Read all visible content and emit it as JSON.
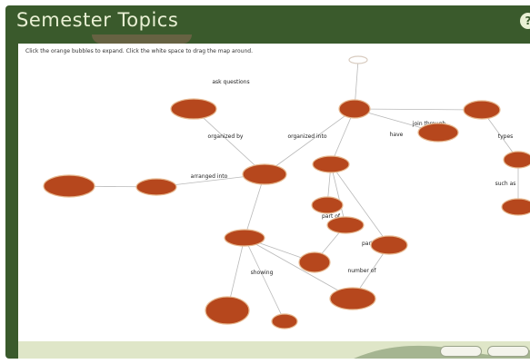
{
  "header": {
    "title": "Semester Topics",
    "help_icon": "help-icon",
    "help_glyph": "?"
  },
  "instruction": "Click the orange bubbles to expand. Click the white space to drag the map around.",
  "footer": {
    "buttons": [
      "",
      ""
    ]
  },
  "colors": {
    "frame": "#3a5a2c",
    "node": "#b6471d",
    "footer": "#dfe6c8"
  },
  "map": {
    "nodes": [
      {
        "id": "n0",
        "label": ""
      },
      {
        "id": "n1",
        "label": ""
      },
      {
        "id": "n2",
        "label": ""
      },
      {
        "id": "n3",
        "label": ""
      },
      {
        "id": "n4",
        "label": ""
      },
      {
        "id": "n5",
        "label": ""
      },
      {
        "id": "n6",
        "label": ""
      },
      {
        "id": "n7",
        "label": ""
      },
      {
        "id": "n8",
        "label": ""
      },
      {
        "id": "n9",
        "label": ""
      },
      {
        "id": "n10",
        "label": ""
      },
      {
        "id": "n11",
        "label": ""
      },
      {
        "id": "n12",
        "label": ""
      },
      {
        "id": "n13",
        "label": ""
      },
      {
        "id": "n14",
        "label": ""
      },
      {
        "id": "n15",
        "label": ""
      },
      {
        "id": "n16",
        "label": ""
      },
      {
        "id": "n17",
        "label": ""
      },
      {
        "id": "n18",
        "label": ""
      }
    ],
    "links": [
      {
        "from": "n1",
        "to": "n2",
        "label": ""
      },
      {
        "from": "n2",
        "to": "n3",
        "label": "arranged into"
      },
      {
        "from": "n3",
        "to": "n4",
        "label": "organized by"
      },
      {
        "from": "n3",
        "to": "n5",
        "label": "organized into"
      },
      {
        "from": "n5",
        "to": "n6",
        "label": ""
      },
      {
        "from": "n6",
        "to": "n7",
        "label": ""
      },
      {
        "from": "n5",
        "to": "n8",
        "label": "have"
      },
      {
        "from": "n5",
        "to": "n9",
        "label": ""
      },
      {
        "from": "n9",
        "to": "n10",
        "label": ""
      },
      {
        "from": "n9",
        "to": "n11",
        "label": ""
      },
      {
        "from": "n9",
        "to": "n12",
        "label": ""
      },
      {
        "from": "n3",
        "to": "n13",
        "label": ""
      },
      {
        "from": "n13",
        "to": "n14",
        "label": ""
      },
      {
        "from": "n13",
        "to": "n15",
        "label": ""
      },
      {
        "from": "n13",
        "to": "n16",
        "label": ""
      },
      {
        "from": "n13",
        "to": "n17",
        "label": ""
      },
      {
        "from": "n11",
        "to": "n14",
        "label": ""
      },
      {
        "from": "n12",
        "to": "n17",
        "label": ""
      },
      {
        "from": "n7",
        "to": "n18",
        "label": ""
      },
      {
        "from": "n5",
        "to": "n0",
        "label": ""
      }
    ],
    "free_labels": [
      "ask questions",
      "join through",
      "types",
      "such as",
      "part of",
      "part of",
      "number of",
      "showing"
    ]
  }
}
